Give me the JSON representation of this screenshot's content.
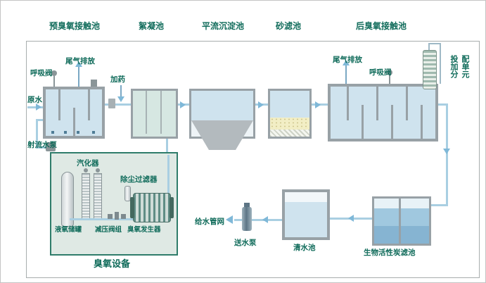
{
  "colors": {
    "label_text": "#0f6b5a",
    "pipe": "#a9cfe2",
    "tank_wall": "#98a1a6",
    "water": "#cfe3ee",
    "floc_water": "#d6e7e2",
    "sand": "#f2eec5",
    "deep_water": "#a0c8df",
    "arrow": "#7fb8d8",
    "ozone_box_bg": "#dfe9e4",
    "ozone_box_border": "#2f7c6a"
  },
  "top_labels": [
    "预臭氧接触池",
    "絮凝池",
    "平流沉淀池",
    "砂滤池",
    "后臭氧接触池"
  ],
  "labels": {
    "raw_water": "原水",
    "breathing_valve_left": "呼吸阀",
    "tail_gas_left": "尾气排放",
    "dosing": "加药",
    "jet_pump": "射流水泵",
    "tail_gas_right": "尾气排放",
    "breathing_valve_right": "呼吸阀",
    "dosing_distribution_unit": "投加分配单元",
    "vaporizer": "汽化器",
    "dust_filter": "除尘过滤器",
    "lox_storage_tank": "液氧储罐",
    "pressure_reducing_valves": "减压阀组",
    "ozone_generator": "臭氧发生器",
    "ozone_equipment": "臭氧设备",
    "water_supply_network": "给水管网",
    "delivery_pump": "送水泵",
    "clear_water_tank": "清水池",
    "bio_activated_carbon_filter": "生物活性炭滤池"
  }
}
